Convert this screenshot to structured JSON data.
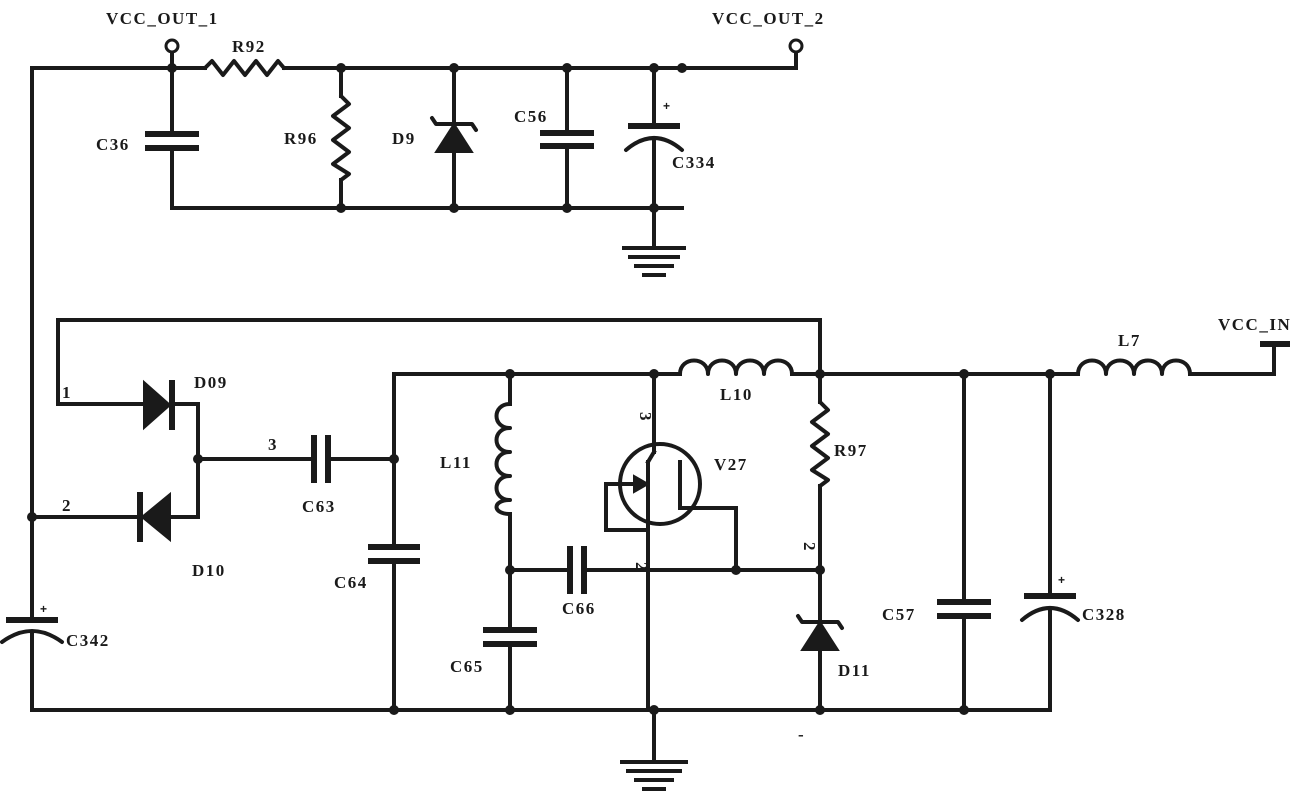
{
  "nets": {
    "vcc_out_1": "VCC_OUT_1",
    "vcc_out_2": "VCC_OUT_2",
    "vcc_in": "VCC_IN"
  },
  "components": {
    "r92": "R92",
    "r96": "R96",
    "r97": "R97",
    "c36": "C36",
    "c56": "C56",
    "c334": "C334",
    "c342": "C342",
    "c63": "C63",
    "c64": "C64",
    "c65": "C65",
    "c66": "C66",
    "c57": "C57",
    "c328": "C328",
    "d9": "D9",
    "d09": "D09",
    "d10": "D10",
    "d11": "D11",
    "l7": "L7",
    "l10": "L10",
    "l11": "L11",
    "v27": "V27"
  },
  "pins": {
    "d09_pin": "1",
    "d10_pin": "2",
    "c63_pin": "3",
    "v27_drain": "3",
    "v27_gate": "2",
    "r97_pin": "2"
  },
  "polarity": {
    "c334_plus": "+",
    "c342_plus": "+",
    "c328_plus": "+",
    "d11_minus": "-"
  }
}
